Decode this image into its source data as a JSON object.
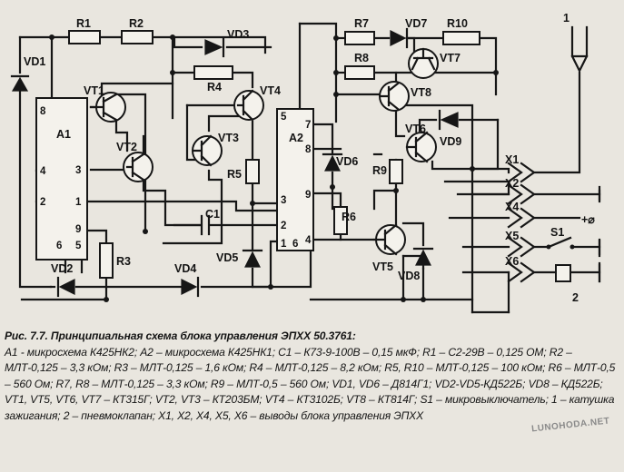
{
  "figure": {
    "title": "Рис. 7.7. Принципиальная схема блока управления ЭПХХ 50.3761:",
    "legend": "А1 - микросхема К425НК2; А2 – микросхема К425НК1; С1 – К73-9-100В – 0,15 мкФ; R1 – C2-29В – 0,125 ОМ; R2 – МЛТ-0,125 – 3,3 кОм; R3 – МЛТ-0,125 – 1,6 кОм; R4 – МЛТ-0,125 – 8,2 кОм; R5, R10 – МЛТ-0,125 – 100 кОм; R6 – МЛТ-0,5 – 560 Ом; R7, R8 – МЛТ-0,125 – 3,3 кОм; R9 – МЛТ-0,5 – 560 Ом; VD1, VD6 – Д814Г1; VD2-VD5-КД522Б; VD8 – КД522Б; VT1, VT5, VT6, VT7 – КТ315Г; VT2, VT3 – КТ203БМ; VT4 – КТ3102Б; VT8 – КТ814Г; S1 – микровыключатель; 1 – катушка зажигания; 2 – пневмоклапан; X1, X2, X4, X5, X6 – выводы блока управления ЭПХХ",
    "watermark": "LUNOHODA.NET"
  },
  "schematic": {
    "ic": {
      "a1": {
        "name": "A1",
        "pins": {
          "p8": "8",
          "p4": "4",
          "p3": "3",
          "p2": "2",
          "p1": "1",
          "p9": "9",
          "p6": "6",
          "p5": "5"
        }
      },
      "a2": {
        "name": "A2",
        "pins": {
          "p5": "5",
          "p7": "7",
          "p8": "8",
          "p9": "9",
          "p3": "3",
          "p2": "2",
          "p1": "1",
          "p6": "6",
          "p4": "4"
        }
      }
    },
    "resistors": {
      "r1": "R1",
      "r2": "R2",
      "r3": "R3",
      "r4": "R4",
      "r5": "R5",
      "r6": "R6",
      "r7": "R7",
      "r8": "R8",
      "r9": "R9",
      "r10": "R10"
    },
    "transistors": {
      "vt1": "VT1",
      "vt2": "VT2",
      "vt3": "VT3",
      "vt4": "VT4",
      "vt5": "VT5",
      "vt6": "VT6",
      "vt7": "VT7",
      "vt8": "VT8"
    },
    "diodes": {
      "vd1": "VD1",
      "vd2": "VD2",
      "vd3": "VD3",
      "vd4": "VD4",
      "vd5": "VD5",
      "vd6": "VD6",
      "vd7": "VD7",
      "vd8": "VD8",
      "vd9": "VD9"
    },
    "capacitor": "C1",
    "switch": "S1",
    "outputs": {
      "x1": "X1",
      "x2": "X2",
      "x4": "X4",
      "x5": "X5",
      "x6": "X6"
    },
    "ignition_coil": "1",
    "valve": "2",
    "plus_symbol": "+⌀"
  }
}
